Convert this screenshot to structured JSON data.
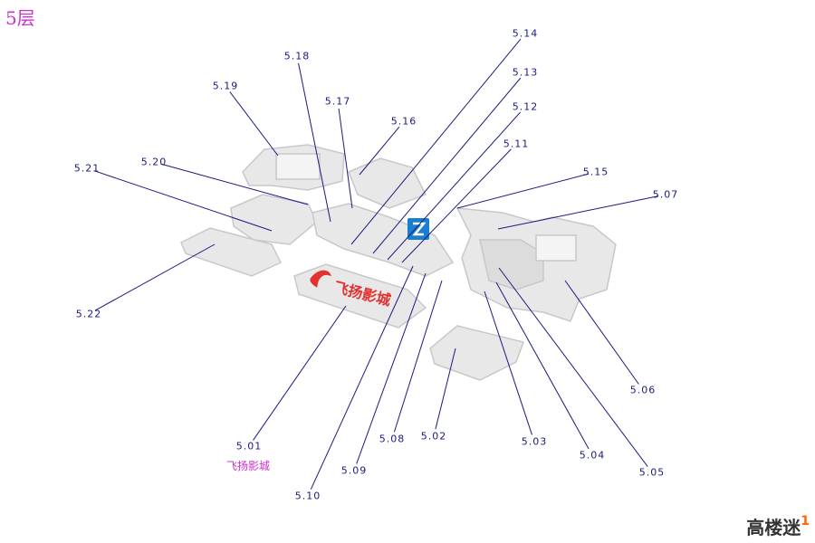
{
  "floor_title": "5层",
  "cinema_name": "飞扬影城",
  "cinema_logo_text": "飞扬影城",
  "watermark_text": "高楼迷",
  "watermark_number": "1",
  "shops": [
    {
      "id": "5.01",
      "label": "5.01"
    },
    {
      "id": "5.02",
      "label": "5.02"
    },
    {
      "id": "5.03",
      "label": "5.03"
    },
    {
      "id": "5.04",
      "label": "5.04"
    },
    {
      "id": "5.05",
      "label": "5.05"
    },
    {
      "id": "5.06",
      "label": "5.06"
    },
    {
      "id": "5.07",
      "label": "5.07"
    },
    {
      "id": "5.08",
      "label": "5.08"
    },
    {
      "id": "5.09",
      "label": "5.09"
    },
    {
      "id": "5.10",
      "label": "5.10"
    },
    {
      "id": "5.11",
      "label": "5.11"
    },
    {
      "id": "5.12",
      "label": "5.12"
    },
    {
      "id": "5.13",
      "label": "5.13"
    },
    {
      "id": "5.14",
      "label": "5.14"
    },
    {
      "id": "5.15",
      "label": "5.15"
    },
    {
      "id": "5.16",
      "label": "5.16"
    },
    {
      "id": "5.17",
      "label": "5.17"
    },
    {
      "id": "5.18",
      "label": "5.18"
    },
    {
      "id": "5.19",
      "label": "5.19"
    },
    {
      "id": "5.20",
      "label": "5.20"
    },
    {
      "id": "5.21",
      "label": "5.21"
    },
    {
      "id": "5.22",
      "label": "5.22"
    }
  ]
}
